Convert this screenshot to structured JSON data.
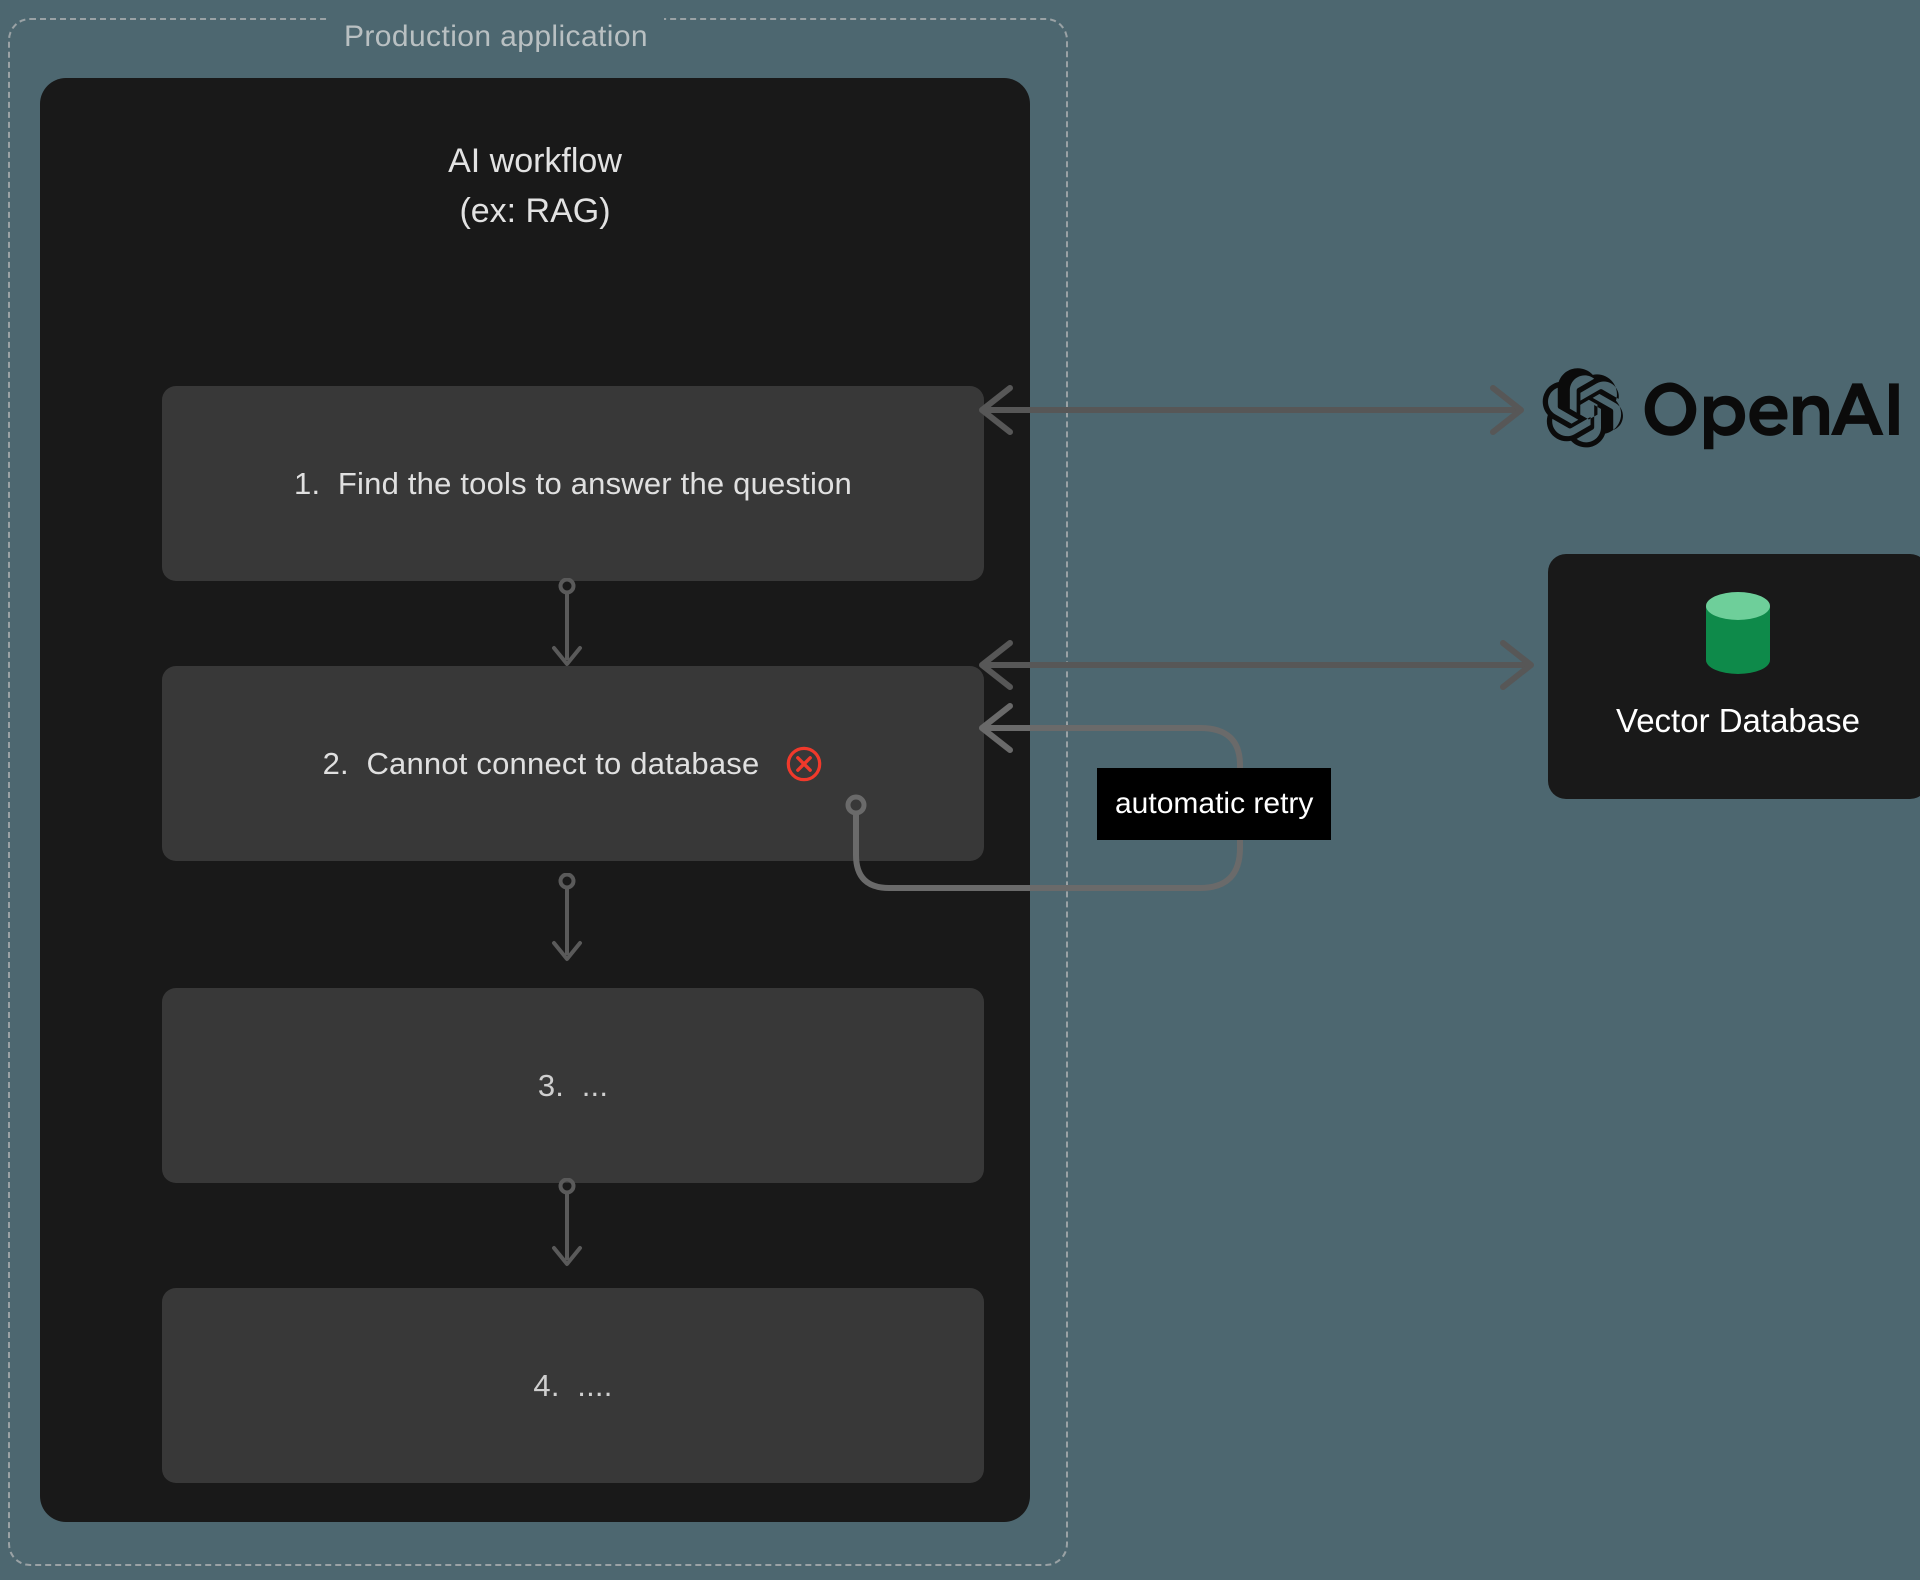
{
  "boundary": {
    "label": "Production application"
  },
  "workflow": {
    "title": "AI workflow\n(ex: RAG)",
    "steps": [
      {
        "label": "1.  Find the tools to answer the question",
        "status": "ok",
        "icon": ""
      },
      {
        "label": "2.  Cannot connect to database",
        "status": "error",
        "icon": "error-circle-x-icon"
      },
      {
        "label": "3.  ...",
        "status": "ok",
        "icon": ""
      },
      {
        "label": "4.  ....",
        "status": "ok",
        "icon": ""
      }
    ]
  },
  "services": {
    "openai": {
      "name": "OpenAI",
      "icon": "openai-logo-icon"
    },
    "vector_database": {
      "label": "Vector Database",
      "icon": "database-cylinder-icon"
    }
  },
  "annotations": {
    "retry_label": "automatic retry"
  },
  "colors": {
    "background": "#4d6770",
    "panel": "#191919",
    "step_box": "#383838",
    "boundary_dash": "#9aa2a5",
    "arrow": "#575757",
    "error": "#f0392b",
    "db_top": "#6ecf9a",
    "db_body": "#0e8a4a",
    "badge_bg": "#000000",
    "text_primary": "#e0e0e0"
  }
}
